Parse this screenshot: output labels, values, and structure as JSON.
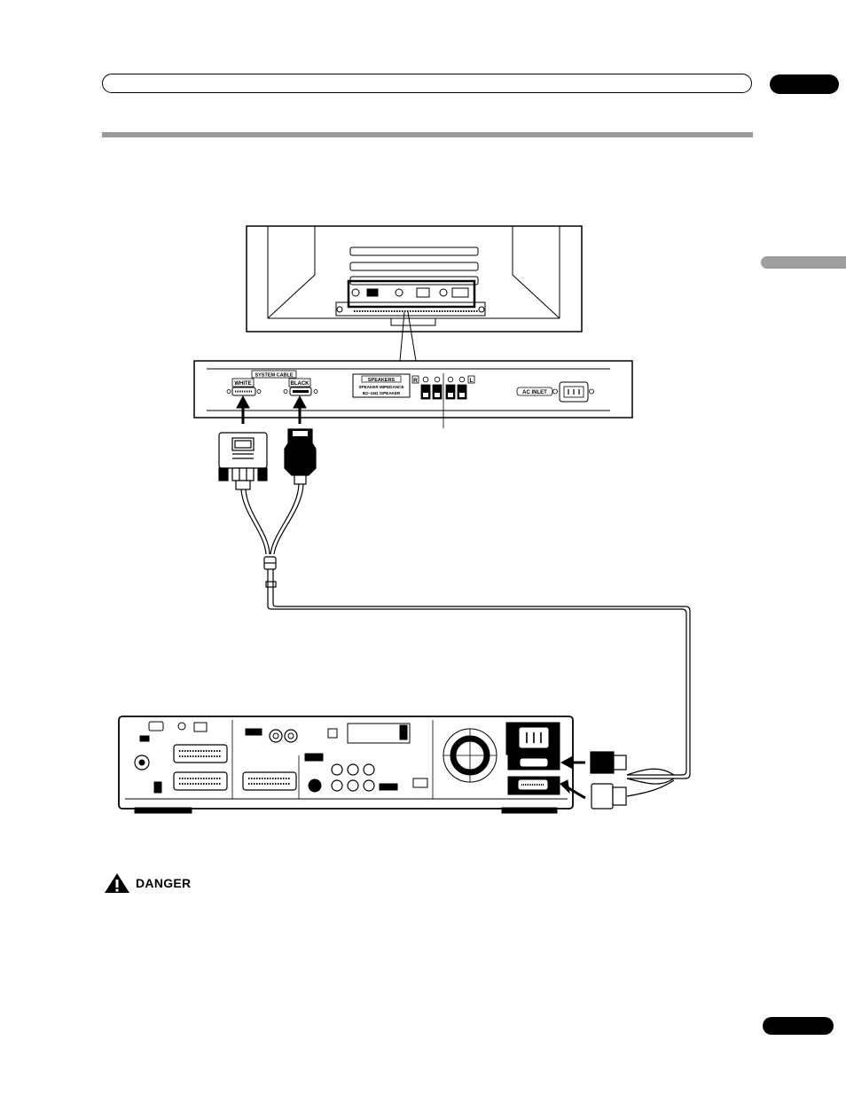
{
  "panel": {
    "system_cable": "SYSTEM CABLE",
    "white": "WHITE",
    "black": "BLACK",
    "speakers_title": "SPEAKERS",
    "speakers_impedance": "SPEAKER IMPEDANCE",
    "speakers_ohms": "8Ω~16Ω /SPEAKER",
    "right_marker": "R",
    "left_marker": "L",
    "ac_inlet": "AC INLET"
  },
  "warning": {
    "label": "DANGER"
  }
}
